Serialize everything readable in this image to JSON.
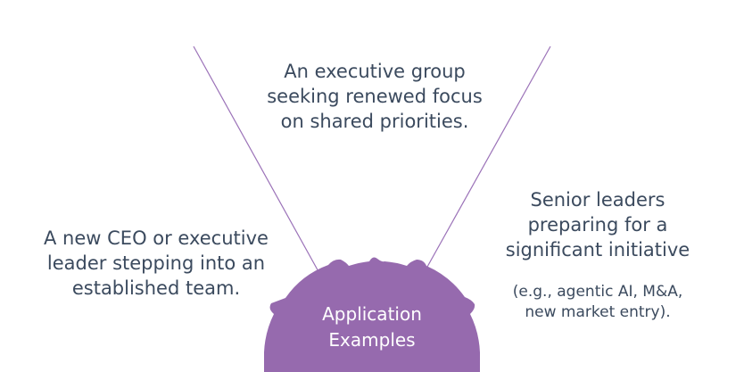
{
  "colors": {
    "hub_fill": "#966AAE",
    "connector_line": "#9B72B8",
    "text": "#3B4A5E",
    "hub_text": "#FFFFFF"
  },
  "hub": {
    "line1": "Application",
    "line2": "Examples"
  },
  "examples": {
    "top": {
      "line1": "An executive group",
      "line2": "seeking renewed focus",
      "line3": "on shared priorities."
    },
    "left": {
      "line1": "A new CEO or executive",
      "line2": "leader stepping into an",
      "line3": "established team."
    },
    "right": {
      "line1": "Senior leaders",
      "line2": "preparing for a",
      "line3": "significant initiative",
      "note_line1": "(e.g., agentic AI, M&A,",
      "note_line2": "new market entry)."
    }
  }
}
